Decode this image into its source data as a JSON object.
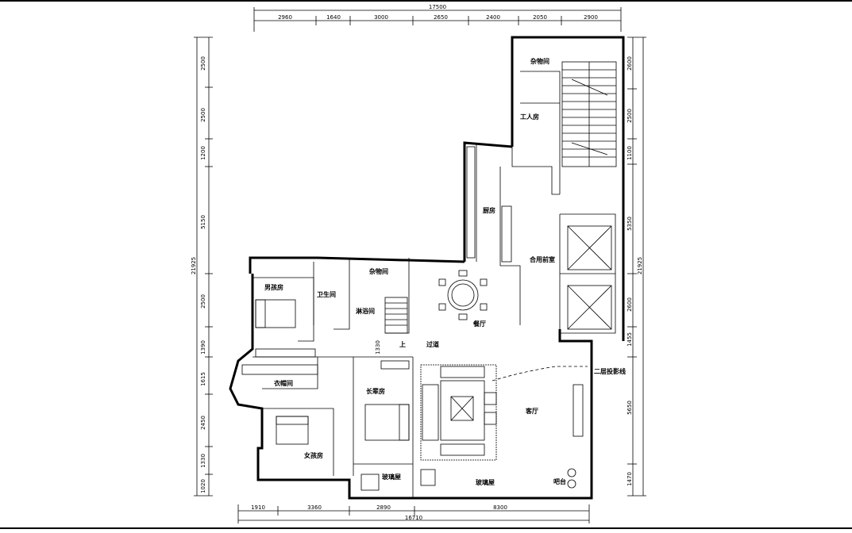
{
  "plan": {
    "top_dims": {
      "total": "17500",
      "segments": [
        "2960",
        "1640",
        "3000",
        "2650",
        "2400",
        "2050",
        "2900"
      ]
    },
    "bottom_dims": {
      "total": "16710",
      "segments": [
        "1910",
        "3360",
        "2890",
        "8300"
      ]
    },
    "left_dims": {
      "total": "21925",
      "segments": [
        "2500",
        "2500",
        "1200",
        "5150",
        "2500",
        "1390",
        "1615",
        "2450",
        "1330",
        "1020"
      ]
    },
    "right_dims": {
      "total": "21925",
      "segments": [
        "2600",
        "2500",
        "1100",
        "5350",
        "2600",
        "1455",
        "5650",
        "1470"
      ]
    },
    "interior_dim": "1330",
    "rooms": {
      "storage_top": "杂物间",
      "worker_room": "工人房",
      "kitchen": "厨房",
      "shared_lobby": "合用前室",
      "boys_room": "男孩房",
      "bathroom": "卫生间",
      "shower_room": "淋浴间",
      "storage_mid": "杂物间",
      "dining": "餐厅",
      "corridor": "过道",
      "stair_up": "上",
      "cloakroom": "衣帽间",
      "elder_room": "长辈房",
      "living_room": "客厅",
      "second_floor_line": "二层投影线",
      "girls_room": "女孩房",
      "glass_room_left": "玻璃屋",
      "glass_room_right": "玻璃屋",
      "bar_counter": "吧台"
    }
  }
}
